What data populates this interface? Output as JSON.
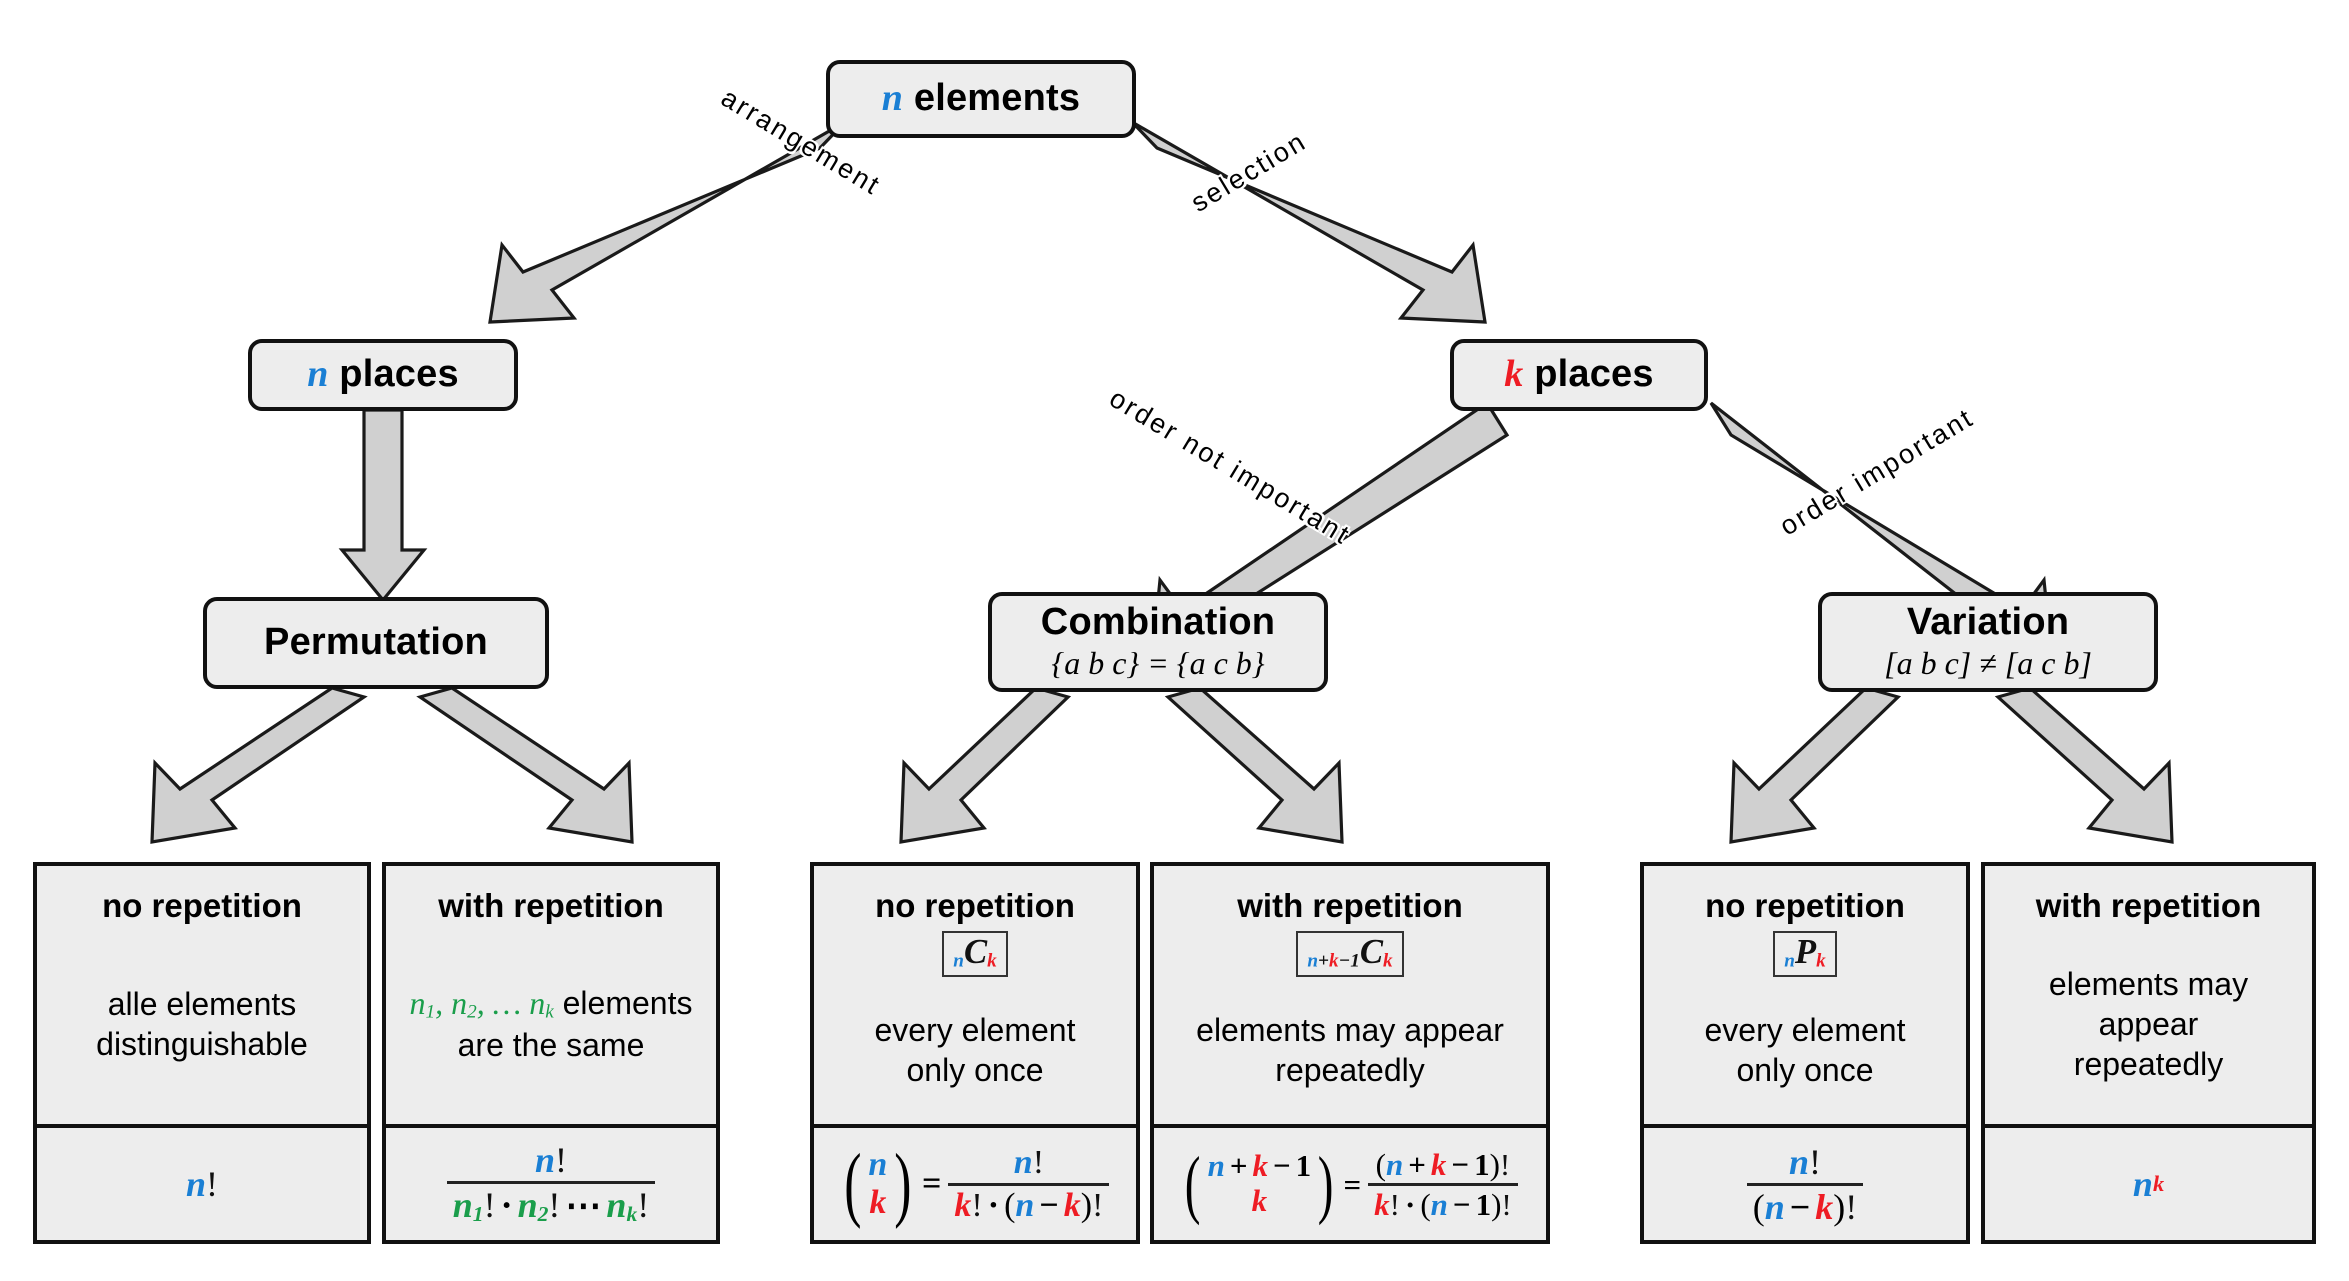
{
  "diagram": {
    "title": "Combinatorics decision tree",
    "colors": {
      "n": "#1a7fd4",
      "k": "#ee1c24",
      "group": "#1a9e4b",
      "box_fill": "#ededed",
      "box_border": "#111111",
      "arrow_fill": "#d0d0d0"
    }
  },
  "root": {
    "var": "n",
    "label": "elements"
  },
  "level2": [
    {
      "var": "n",
      "label": "places"
    },
    {
      "var": "k",
      "label": "places"
    }
  ],
  "edges": [
    {
      "label": "arrangement",
      "from": "n elements",
      "to": "n places"
    },
    {
      "label": "selection",
      "from": "n elements",
      "to": "k places"
    },
    {
      "label": "order not important",
      "from": "k places",
      "to": "Combination"
    },
    {
      "label": "order important",
      "from": "k places",
      "to": "Variation"
    }
  ],
  "level3": [
    {
      "title": "Permutation",
      "subtitle": ""
    },
    {
      "title": "Combination",
      "subtitle": "{a b c} = {a c b}"
    },
    {
      "title": "Variation",
      "subtitle": "[a b c] ≠ [a c b]"
    }
  ],
  "leaves": [
    {
      "head": "no repetition",
      "symbol": "",
      "desc": "alle elements\ndistinguishable",
      "formula": "n!"
    },
    {
      "head": "with repetition",
      "symbol": "",
      "desc": "n₁, n₂, … nₖ elements\nare the same",
      "formula": "n! / (n₁! · n₂! ⋯ nₖ!)"
    },
    {
      "head": "no repetition",
      "symbol": "nCk",
      "desc": "every element\nonly once",
      "formula": "(n choose k) = n! / (k! · (n − k)!)"
    },
    {
      "head": "with repetition",
      "symbol": "n+k−1Ck",
      "desc": "elements may appear\nrepeatedly",
      "formula": "(n + k − 1 choose k) = (n + k − 1)! / (k! · (n − 1)!)"
    },
    {
      "head": "no repetition",
      "symbol": "nPk",
      "desc": "every element\nonly once",
      "formula": "n! / (n − k)!"
    },
    {
      "head": "with repetition",
      "symbol": "",
      "desc": "elements may appear\nrepeatedly",
      "formula": "n^k"
    }
  ],
  "symbols": {
    "nCk": {
      "sub_left": "n",
      "letter": "C",
      "sub_right": "k"
    },
    "nk1Ck": {
      "sub_left": "n+k−1",
      "letter": "C",
      "sub_right": "k"
    },
    "nPk": {
      "sub_left": "n",
      "letter": "P",
      "sub_right": "k"
    }
  },
  "glyphs": {
    "factorial": "!",
    "cdot": "·",
    "minus": "−",
    "plus": "+",
    "equals": "=",
    "neq": "≠",
    "ellipsis": "⋯",
    "one": "1",
    "lparen": "(",
    "rparen": ")"
  }
}
